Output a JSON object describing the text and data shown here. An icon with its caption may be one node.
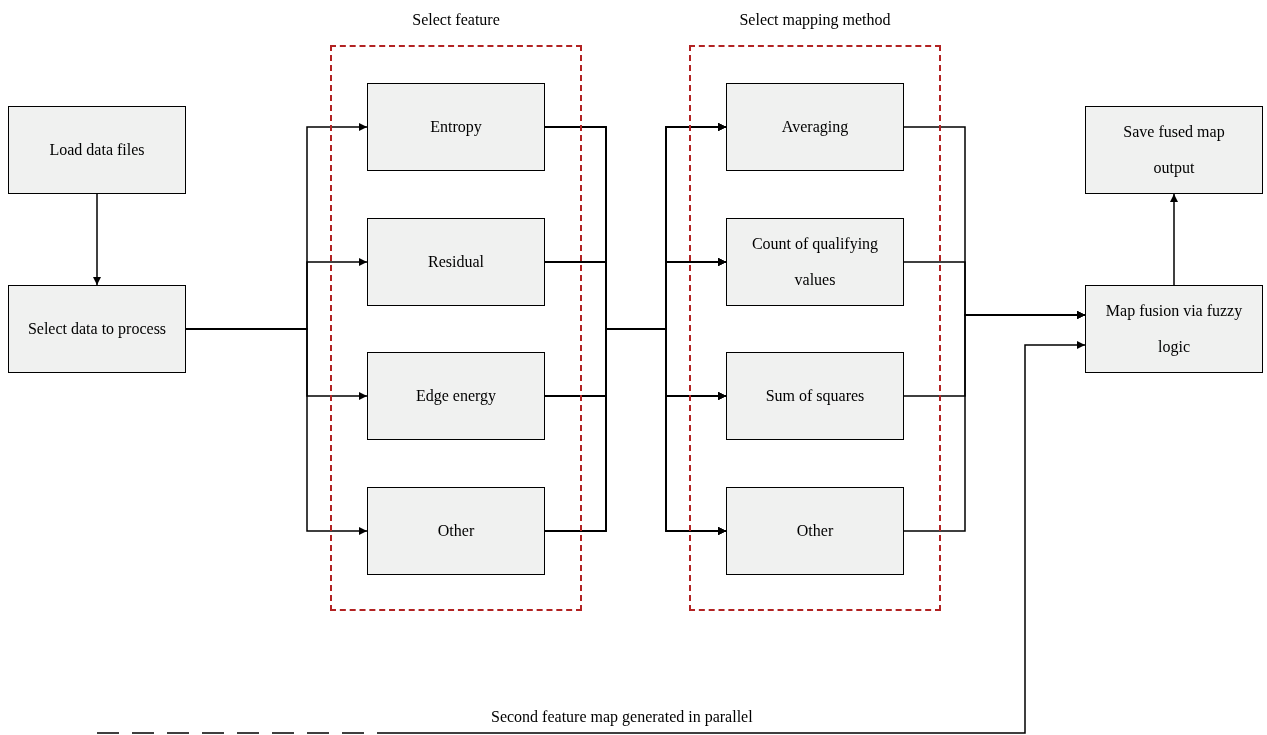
{
  "diagram": {
    "nodes": [
      {
        "text": [
          "Load data files"
        ]
      },
      {
        "text": [
          "Select data to process"
        ]
      },
      {
        "text": [
          "Select feature"
        ]
      },
      {
        "text": [
          "Entropy"
        ],
        "in": 2
      },
      {
        "text": [
          "Residual"
        ],
        "in": 2
      },
      {
        "text": [
          "Edge energy"
        ],
        "in": 2
      },
      {
        "text": [
          "Other"
        ],
        "in": 2
      },
      {
        "text": [
          "Select mapping method"
        ]
      },
      {
        "text": [
          "Averaging"
        ],
        "in": 7
      },
      {
        "text": [
          "Count of qualifying values"
        ],
        "in": 7
      },
      {
        "text": [
          "Sum of squares"
        ],
        "in": 7
      },
      {
        "text": [
          "Other"
        ],
        "in": 7
      },
      {
        "text": [
          "Save fused map output"
        ]
      },
      {
        "text": [
          "Map fusion via fuzzy logic"
        ]
      }
    ],
    "edges": [
      {
        "from": 0,
        "to": 1,
        "arrow": "to"
      },
      {
        "from": 1,
        "to": 3,
        "arrow": "to"
      },
      {
        "from": 1,
        "to": 4,
        "arrow": "to"
      },
      {
        "from": 1,
        "to": 5,
        "arrow": "to"
      },
      {
        "from": 1,
        "to": 6,
        "arrow": "to"
      },
      {
        "from": 3,
        "to": 8,
        "arrow": "to"
      },
      {
        "from": 3,
        "to": 9,
        "arrow": "to"
      },
      {
        "from": 3,
        "to": 10,
        "arrow": "to"
      },
      {
        "from": 3,
        "to": 11,
        "arrow": "to"
      },
      {
        "from": 4,
        "to": 8,
        "arrow": "to"
      },
      {
        "from": 4,
        "to": 9,
        "arrow": "to"
      },
      {
        "from": 4,
        "to": 10,
        "arrow": "to"
      },
      {
        "from": 4,
        "to": 11,
        "arrow": "to"
      },
      {
        "from": 5,
        "to": 8,
        "arrow": "to"
      },
      {
        "from": 5,
        "to": 9,
        "arrow": "to"
      },
      {
        "from": 5,
        "to": 10,
        "arrow": "to"
      },
      {
        "from": 5,
        "to": 11,
        "arrow": "to"
      },
      {
        "from": 6,
        "to": 8,
        "arrow": "to"
      },
      {
        "from": 6,
        "to": 9,
        "arrow": "to"
      },
      {
        "from": 6,
        "to": 10,
        "arrow": "to"
      },
      {
        "from": 6,
        "to": 11,
        "arrow": "to"
      },
      {
        "from": 8,
        "to": 13,
        "arrow": "to"
      },
      {
        "from": 9,
        "to": 13,
        "arrow": "to"
      },
      {
        "from": 10,
        "to": 13,
        "arrow": "to"
      },
      {
        "from": 11,
        "to": 13,
        "arrow": "to"
      },
      {
        "from": 13,
        "to": 12,
        "arrow": "to"
      },
      {
        "from": null,
        "to": 13,
        "arrow": "to",
        "label": "Second feature map generated in parallel"
      }
    ]
  }
}
